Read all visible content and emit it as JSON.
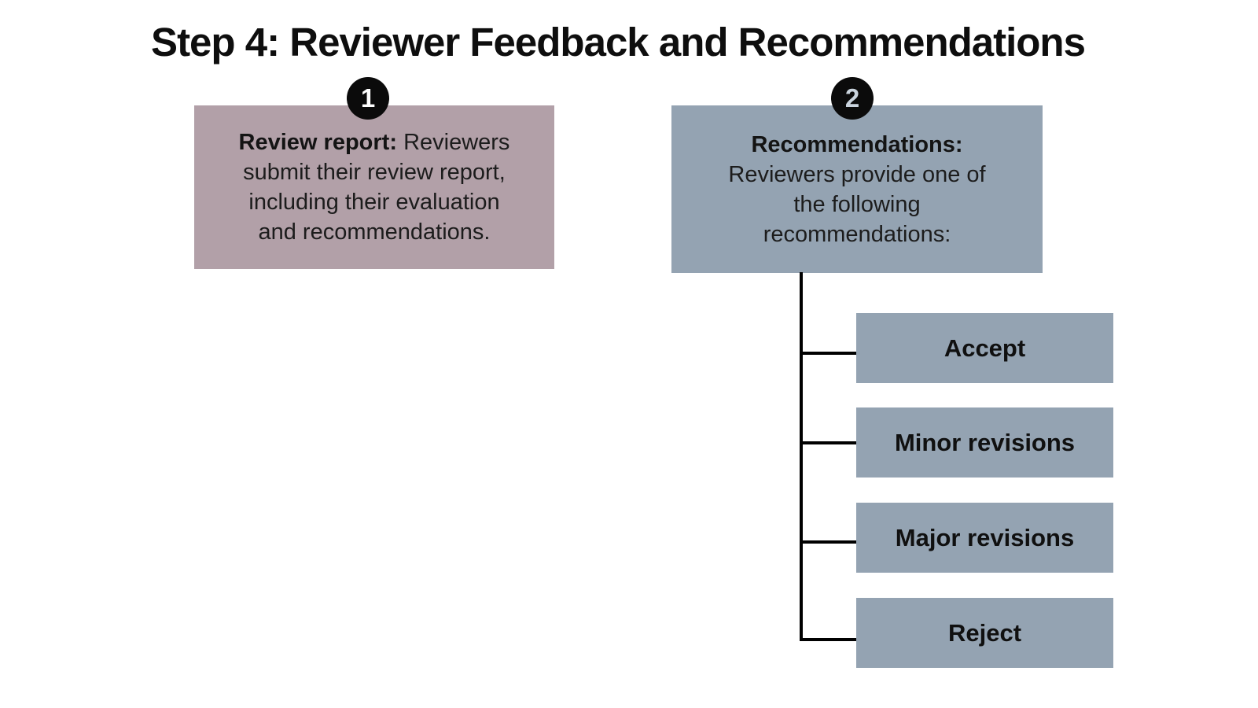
{
  "title": "Step 4: Reviewer Feedback and Recommendations",
  "colors": {
    "background": "#ffffff",
    "step1_box": "#b2a0a8",
    "step2_box": "#94a3b2",
    "option_box": "#94a3b2",
    "badge_fill": "#0b0b0b",
    "badge1_number": "#ffffff",
    "badge2_number": "#c9d3dd",
    "connector_line": "#000000",
    "text": "#1c1c1c"
  },
  "steps": [
    {
      "number": "1",
      "heading": "Review report:",
      "heading_suffix": "Reviewers",
      "lines": [
        "submit their review report,",
        "including their evaluation",
        "and recommendations."
      ]
    },
    {
      "number": "2",
      "heading": "Recommendations:",
      "heading_suffix": "",
      "lines": [
        "Reviewers provide one of",
        "the following",
        "recommendations:"
      ]
    }
  ],
  "options": [
    "Accept",
    "Minor revisions",
    "Major revisions",
    "Reject"
  ]
}
